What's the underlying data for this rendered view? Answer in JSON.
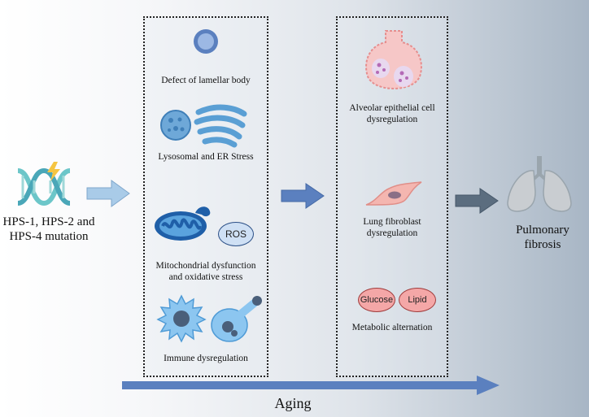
{
  "mutation_label": "HPS-1, HPS-2 and HPS-4 mutation",
  "mechanisms": {
    "lamellar": "Defect of lamellar body",
    "lysosomal": "Lysosomal and ER Stress",
    "mito_line1": "Mitochondrial dysfunction",
    "mito_line2": "and oxidative stress",
    "ros": "ROS",
    "immune": "Immune dysregulation"
  },
  "cells": {
    "alveolar_line1": "Alveolar epithelial cell",
    "alveolar_line2": "dysregulation",
    "fibroblast_line1": "Lung fibroblast",
    "fibroblast_line2": "dysregulation",
    "glucose": "Glucose",
    "lipid": "Lipid",
    "metabolic": "Metabolic alternation"
  },
  "outcome": "Pulmonary fibrosis",
  "aging": "Aging",
  "colors": {
    "light_blue": "#a9cbe8",
    "mid_blue": "#5b80bf",
    "dark_blue": "#5b6d7f",
    "cell_blue": "#6ea8d8",
    "pink": "#f4a7a7"
  }
}
